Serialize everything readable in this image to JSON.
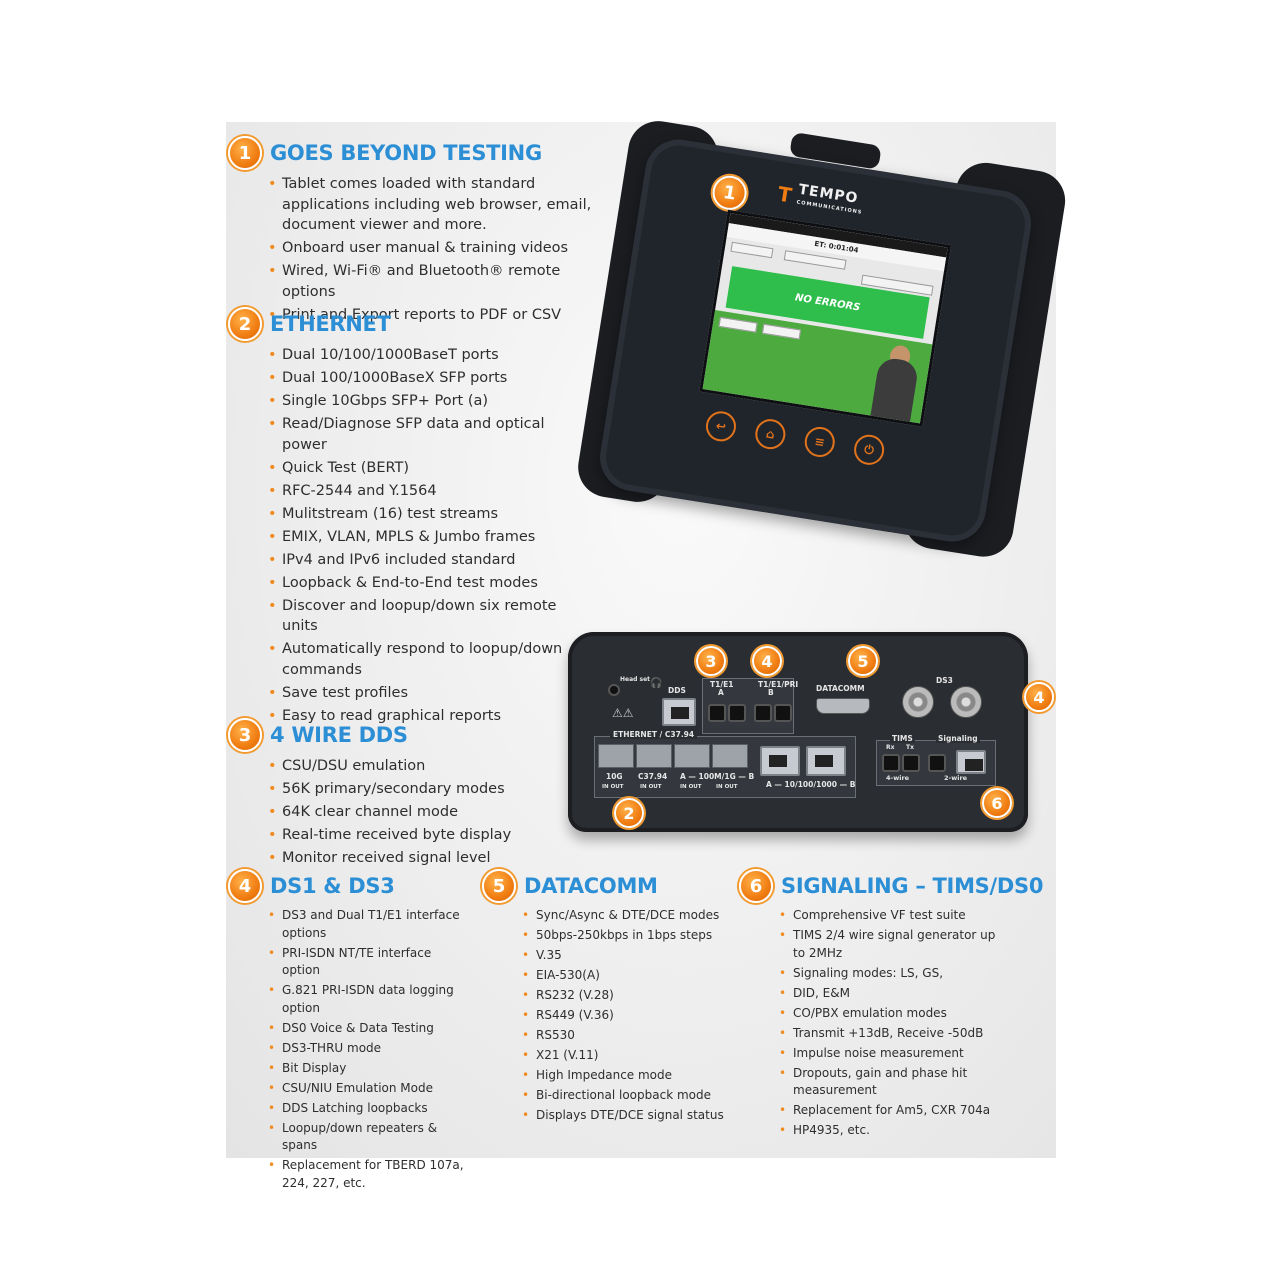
{
  "sections": [
    {
      "num": "1",
      "title": "GOES BEYOND TESTING",
      "items": [
        " Tablet comes loaded with standard applications including web browser, email, document viewer and more.",
        "Onboard user manual & training videos",
        "Wired, Wi-Fi® and Bluetooth® remote options",
        " Print and Export reports to PDF or CSV"
      ]
    },
    {
      "num": "2",
      "title": "ETHERNET",
      "items": [
        "Dual 10/100/1000BaseT ports",
        "Dual 100/1000BaseX SFP ports",
        "Single 10Gbps SFP+ Port (a)",
        "Read/Diagnose SFP data and optical power",
        "Quick Test (BERT)",
        "RFC-2544 and Y.1564",
        "Mulitstream (16) test streams",
        "EMIX, VLAN, MPLS & Jumbo frames",
        "IPv4 and IPv6 included standard",
        "Loopback & End-to-End test modes",
        "Discover and loopup/down six remote units",
        "Automatically respond to loopup/down commands",
        "Save test profiles",
        "Easy to read graphical reports"
      ]
    },
    {
      "num": "3",
      "title": "4 WIRE DDS",
      "items": [
        "CSU/DSU emulation",
        "56K primary/secondary modes",
        "64K clear channel mode",
        "Real-time received byte display",
        "Monitor received signal level"
      ]
    },
    {
      "num": "4",
      "title": "DS1 & DS3",
      "items": [
        "DS3 and Dual T1/E1 interface options",
        " PRI-ISDN NT/TE interface option",
        " G.821 PRI-ISDN data logging option",
        "DS0 Voice & Data Testing",
        "DS3-THRU mode",
        "Bit Display",
        "CSU/NIU Emulation Mode",
        "DDS Latching loopbacks",
        "Loopup/down repeaters & spans",
        "Replacement for TBERD 107a, 224, 227, etc."
      ]
    },
    {
      "num": "5",
      "title": "DATACOMM",
      "items": [
        "Sync/Async & DTE/DCE modes",
        "50bps-250kbps in 1bps steps",
        "V.35",
        "EIA-530(A)",
        "RS232 (V.28)",
        "RS449 (V.36)",
        "RS530",
        "X21 (V.11)",
        " High Impedance mode",
        "Bi-directional loopback mode",
        "Displays DTE/DCE signal status"
      ]
    },
    {
      "num": "6",
      "title": "SIGNALING – TIMS/DS0",
      "items": [
        "Comprehensive VF test suite",
        "TIMS 2/4 wire signal generator up to 2MHz",
        "Signaling modes: LS, GS,",
        "DID, E&M",
        "CO/PBX emulation modes",
        "Transmit +13dB, Receive -50dB",
        "Impulse noise measurement",
        "Dropouts, gain and phase hit measurement",
        "Replacement for Am5, CXR 704a",
        "HP4935, etc."
      ]
    }
  ],
  "tablet": {
    "brand": "TEMPO",
    "brand_sub": "COMMUNICATIONS",
    "screen_timer": "ET: 0:01:04",
    "screen_status": "NO ERRORS",
    "marker": "1"
  },
  "front_panel": {
    "labels": {
      "headset": "Head set",
      "dds": "DDS",
      "t1e1": "T1/E1",
      "t1e1_a": "A",
      "t1e1pri": "T1/E1/PRI",
      "t1e1pri_b": "B",
      "rx": "Rx",
      "tx": "Tx",
      "datacomm": "DATACOMM",
      "ds3": "DS3",
      "ethernet": "ETHERNET / C37.94",
      "p10g": "10G",
      "pc3794": "C37.94",
      "psfp": "A — 100M/1G — B",
      "in_out": "IN  OUT",
      "rj45": "A — 10/100/1000 — B",
      "tims": "TIMS",
      "signaling": "Signaling",
      "four_wire": "4-wire",
      "two_wire": "2-wire"
    },
    "markers": [
      "3",
      "4",
      "5",
      "4",
      "2",
      "6"
    ]
  }
}
